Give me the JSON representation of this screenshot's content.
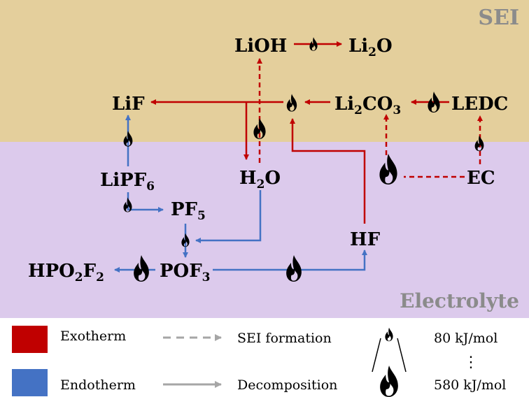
{
  "regions": {
    "top": {
      "label": "SEI",
      "color": "#e4cf9c",
      "label_color": "#8b8b8b"
    },
    "bottom": {
      "label": "Electrolyte",
      "color": "#dccaec",
      "label_color": "#8b8b8b"
    }
  },
  "species": {
    "lioh": {
      "base": "LiOH",
      "sub": "",
      "tail": ""
    },
    "li2o": {
      "base": "Li",
      "sub": "2",
      "tail": "O"
    },
    "lif": {
      "base": "LiF",
      "sub": "",
      "tail": ""
    },
    "li2co3": {
      "base": "Li",
      "sub": "2",
      "tail": "CO",
      "sub2": "3"
    },
    "ledc": {
      "base": "LEDC",
      "sub": "",
      "tail": ""
    },
    "lipf6": {
      "base": "LiPF",
      "sub": "6",
      "tail": ""
    },
    "h2o": {
      "base": "H",
      "sub": "2",
      "tail": "O"
    },
    "ec": {
      "base": "EC",
      "sub": "",
      "tail": ""
    },
    "pf5": {
      "base": "PF",
      "sub": "5",
      "tail": ""
    },
    "hf": {
      "base": "HF",
      "sub": "",
      "tail": ""
    },
    "hpo2f2": {
      "base": "HPO",
      "sub": "2",
      "tail": "F",
      "sub2": "2"
    },
    "pof3": {
      "base": "POF",
      "sub": "3",
      "tail": ""
    }
  },
  "colors": {
    "exotherm": "#c00000",
    "endotherm": "#4472c4",
    "legend_arrow": "#a6a6a6",
    "flame": "#000000"
  },
  "legend": {
    "exotherm_label": "Exotherm",
    "endotherm_label": "Endotherm",
    "sei_formation_label": "SEI formation",
    "decomposition_label": "Decomposition",
    "energy_low_label": "80 kJ/mol",
    "energy_high_label": "580 kJ/mol",
    "ellipsis": "⋮"
  }
}
